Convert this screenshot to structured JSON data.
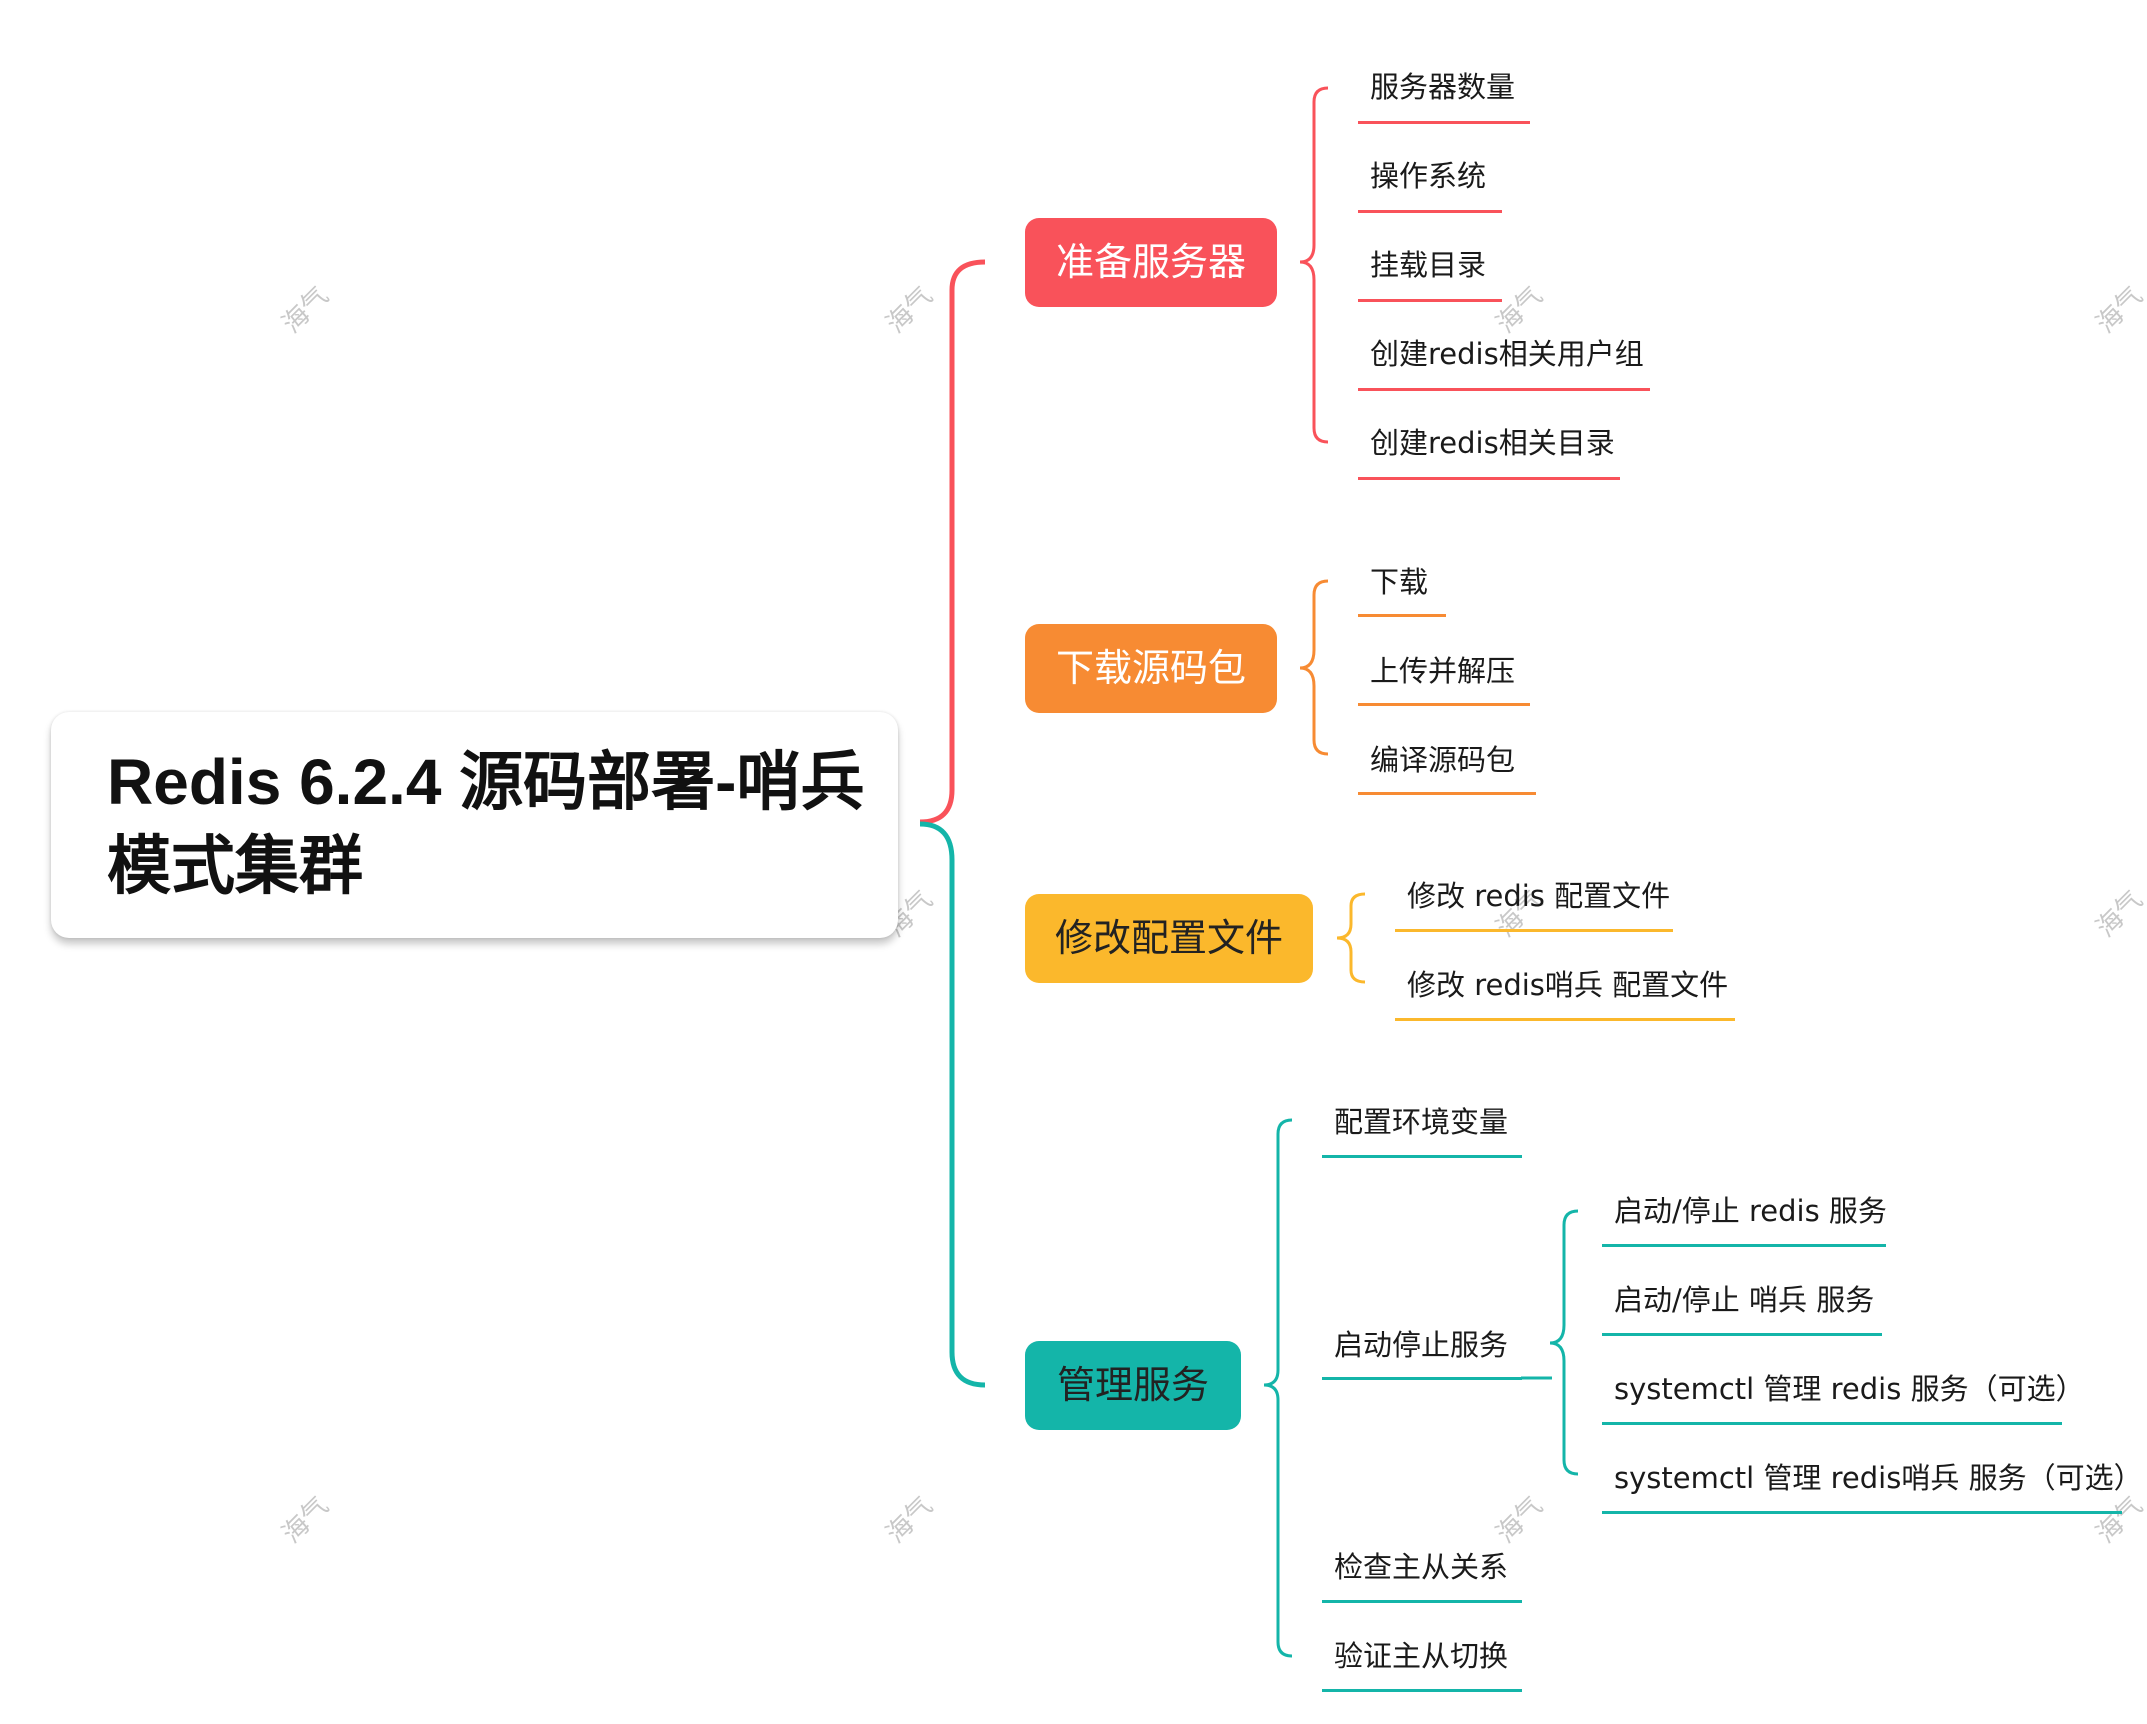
{
  "root": {
    "title": "Redis 6.2.4 源码部署-哨兵模式集群"
  },
  "colors": {
    "red": "#f9525a",
    "orange": "#f78b33",
    "yellow": "#fbb82c",
    "teal": "#14b5a9"
  },
  "branches": {
    "prepare": {
      "label": "准备服务器",
      "color": "#f9525a",
      "items": [
        "服务器数量",
        "操作系统",
        "挂载目录",
        "创建redis相关用户组",
        "创建redis相关目录"
      ]
    },
    "download": {
      "label": "下载源码包",
      "color": "#f78b33",
      "items": [
        "下载",
        "上传并解压",
        "编译源码包"
      ]
    },
    "config": {
      "label": "修改配置文件",
      "color": "#fbb82c",
      "items": [
        "修改 redis 配置文件",
        "修改 redis哨兵 配置文件"
      ]
    },
    "manage": {
      "label": "管理服务",
      "color": "#14b5a9",
      "items": [
        "配置环境变量",
        "启动停止服务",
        "检查主从关系",
        "验证主从切换"
      ],
      "startstop_items": [
        "启动/停止 redis 服务",
        "启动/停止 哨兵 服务",
        "systemctl 管理 redis 服务（可选）",
        "systemctl 管理 redis哨兵 服务（可选）"
      ]
    }
  },
  "watermark": "海气"
}
